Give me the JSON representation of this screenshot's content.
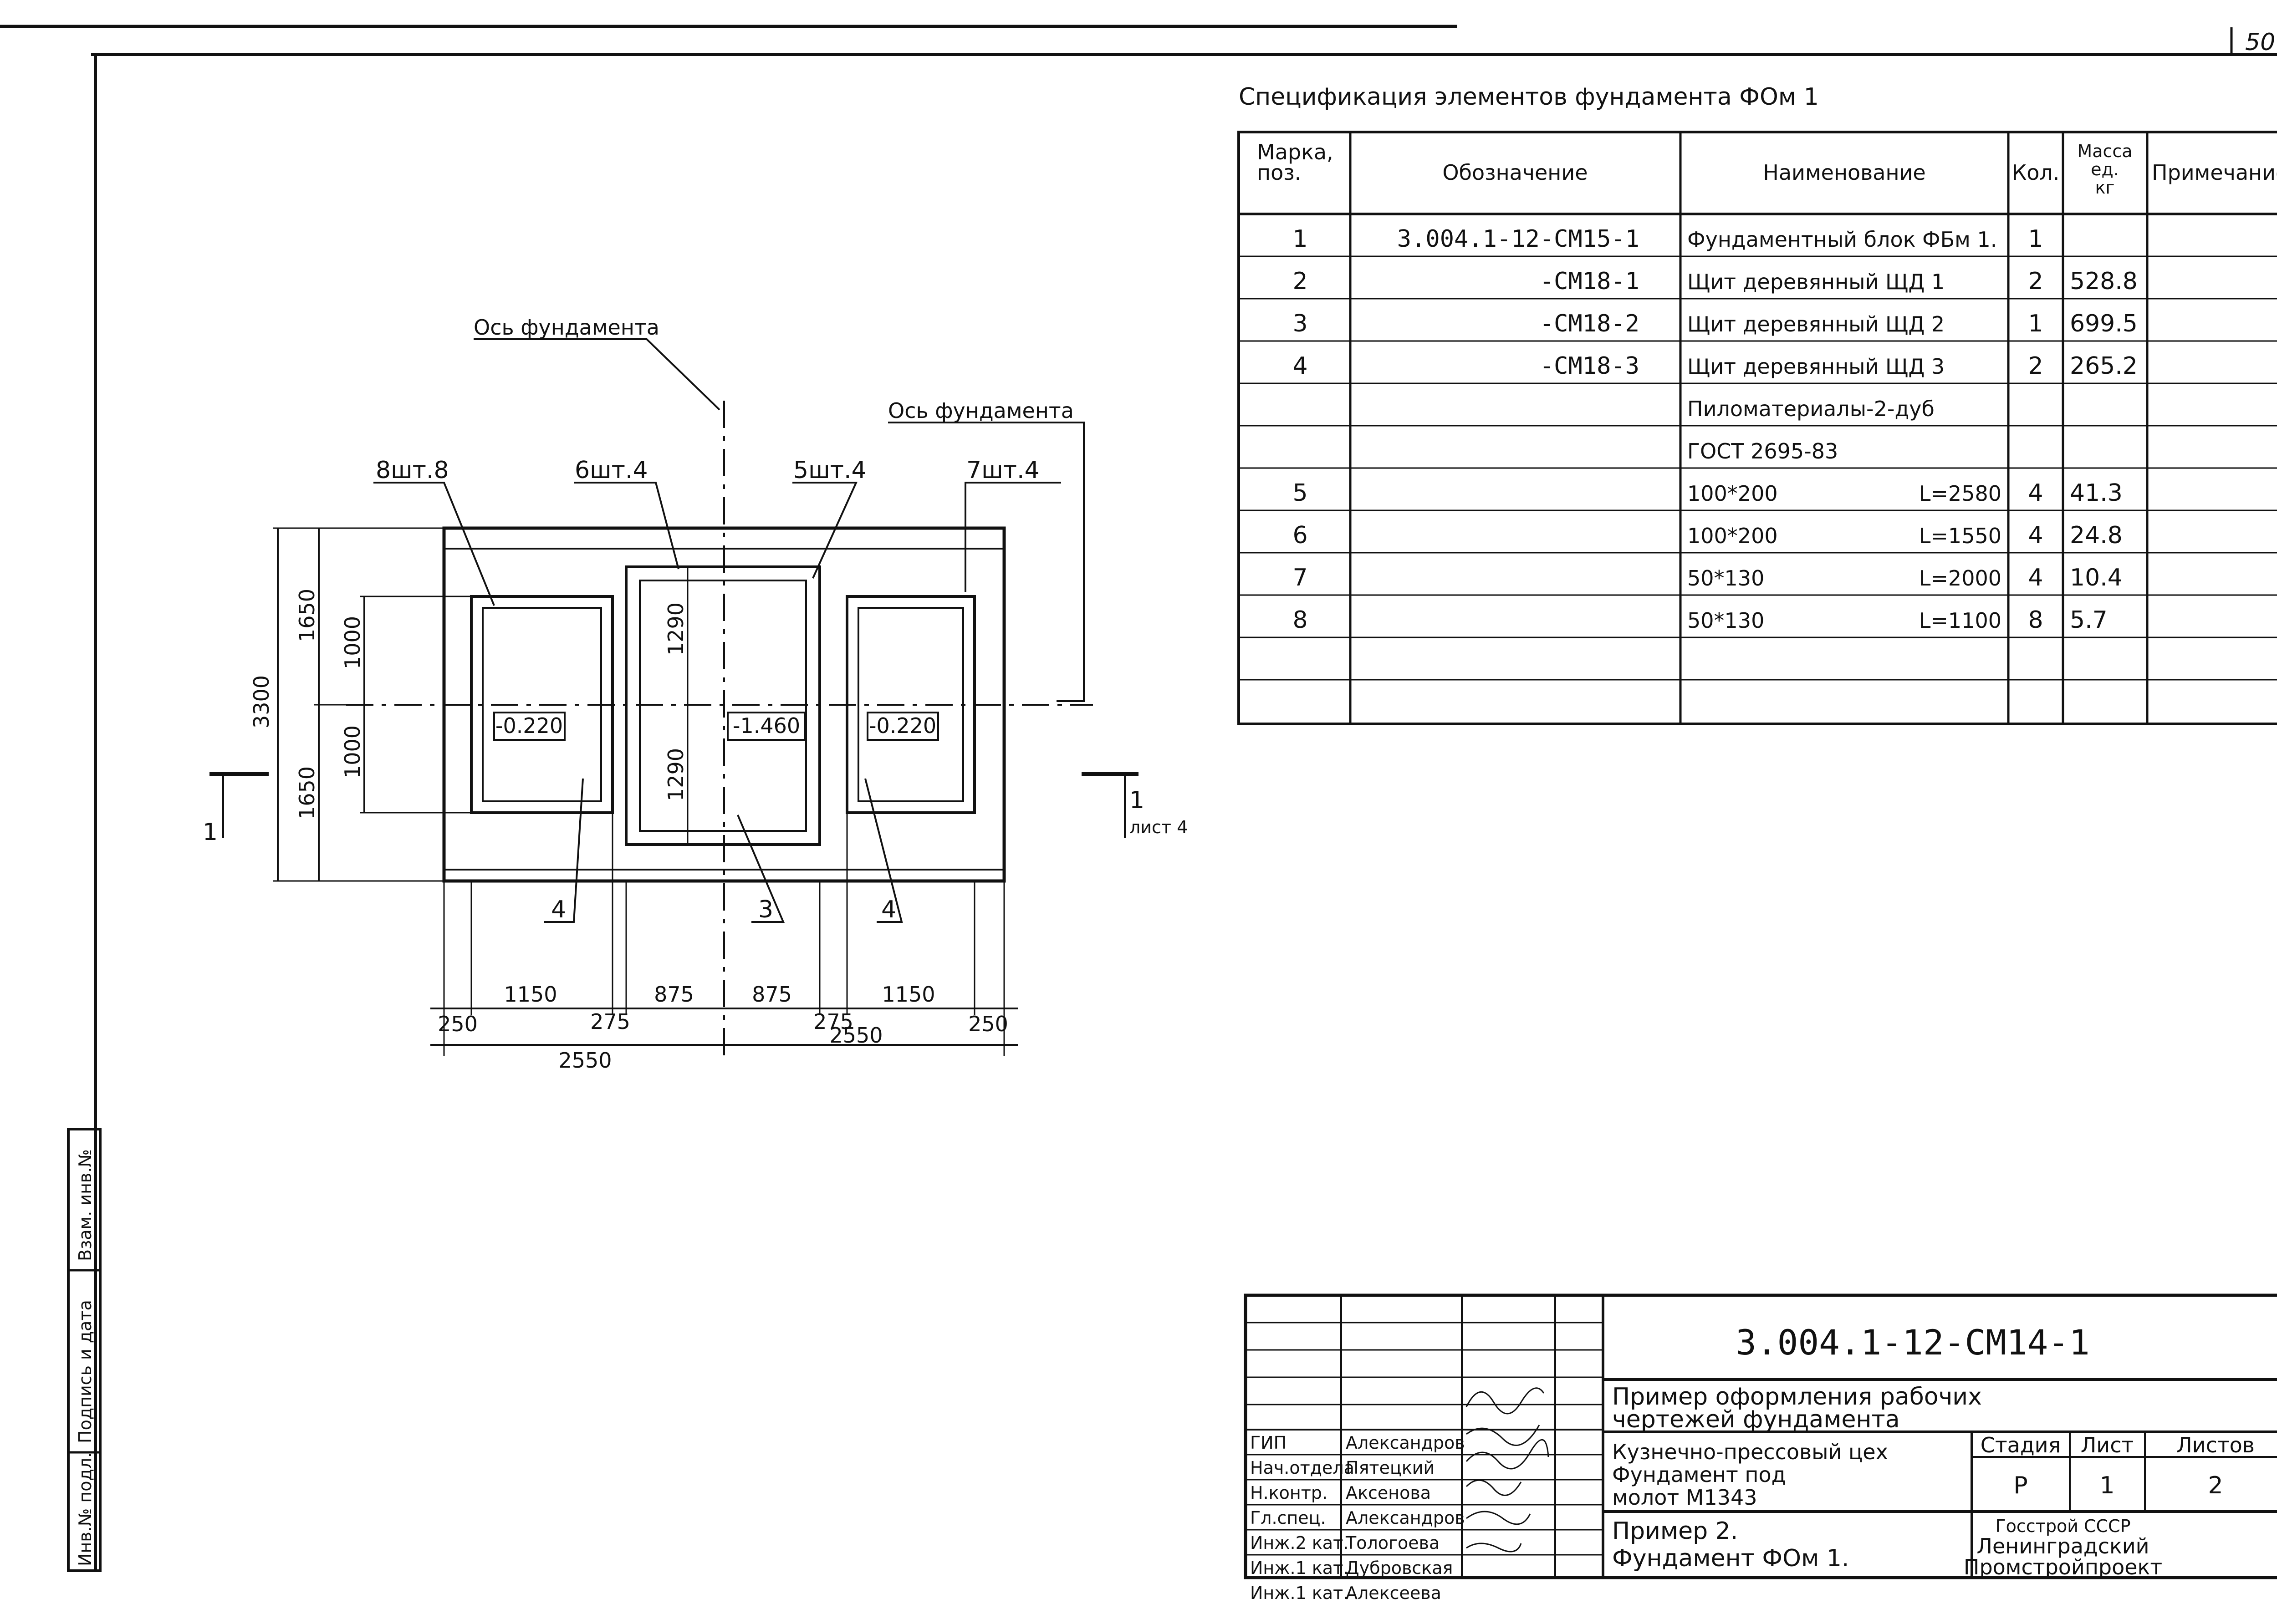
{
  "page": {
    "number": "50"
  },
  "spec": {
    "title": "Спецификация элементов фундамента ФОм 1",
    "headers": {
      "mark": "Марка, поз.",
      "designation": "Обозначение",
      "name": "Наименование",
      "qty": "Кол.",
      "mass": "Масса ед. кг",
      "note": "Примечание"
    },
    "rows": [
      {
        "mark": "1",
        "designation": "3.004.1-12-СМ15-1",
        "name": "Фундаментный блок ФБм 1.",
        "length": "",
        "qty": "1",
        "mass": "",
        "note": ""
      },
      {
        "mark": "2",
        "designation": "-СМ18-1",
        "name": "Щит деревянный ЩД 1",
        "length": "",
        "qty": "2",
        "mass": "528.8",
        "note": ""
      },
      {
        "mark": "3",
        "designation": "-СМ18-2",
        "name": "Щит деревянный ЩД 2",
        "length": "",
        "qty": "1",
        "mass": "699.5",
        "note": ""
      },
      {
        "mark": "4",
        "designation": "-СМ18-3",
        "name": "Щит деревянный ЩД 3",
        "length": "",
        "qty": "2",
        "mass": "265.2",
        "note": ""
      },
      {
        "mark": "",
        "designation": "",
        "name": "Пиломатериалы-2-дуб",
        "length": "",
        "qty": "",
        "mass": "",
        "note": ""
      },
      {
        "mark": "",
        "designation": "",
        "name": "ГОСТ 2695-83",
        "length": "",
        "qty": "",
        "mass": "",
        "note": ""
      },
      {
        "mark": "5",
        "designation": "",
        "name": "100*200",
        "length": "L=2580",
        "qty": "4",
        "mass": "41.3",
        "note": ""
      },
      {
        "mark": "6",
        "designation": "",
        "name": "100*200",
        "length": "L=1550",
        "qty": "4",
        "mass": "24.8",
        "note": ""
      },
      {
        "mark": "7",
        "designation": "",
        "name": "50*130",
        "length": "L=2000",
        "qty": "4",
        "mass": "10.4",
        "note": ""
      },
      {
        "mark": "8",
        "designation": "",
        "name": "50*130",
        "length": "L=1100",
        "qty": "8",
        "mass": "5.7",
        "note": ""
      },
      {
        "mark": "",
        "designation": "",
        "name": "",
        "length": "",
        "qty": "",
        "mass": "",
        "note": ""
      },
      {
        "mark": "",
        "designation": "",
        "name": "",
        "length": "",
        "qty": "",
        "mass": "",
        "note": ""
      }
    ]
  },
  "drawing": {
    "axis_label_1": "Ось фундамента",
    "axis_label_2": "Ось фундамента",
    "callouts": {
      "c8": "8шт.8",
      "c6": "6шт.4",
      "c5": "5шт.4",
      "c7": "7шт.4"
    },
    "levels": {
      "left": "-0.220",
      "center": "-1.460",
      "right": "-0.220"
    },
    "pos_labels": {
      "left": "4",
      "center": "3",
      "right": "4"
    },
    "section": {
      "left": "1",
      "right": "1",
      "sheet_ref": "лист 4"
    },
    "dims_vertical": {
      "total": "3300",
      "top_half": "1650",
      "bottom_half": "1650",
      "inner_top": "1000",
      "inner_bottom": "1000",
      "center_top": "1290",
      "center_bottom": "1290"
    },
    "dims_horizontal": {
      "d1": "1150",
      "d2": "875",
      "d3": "875",
      "d4": "1150",
      "edge_left": "250",
      "edge_right": "250",
      "gap_left": "275",
      "gap_right": "275",
      "half_left": "2550",
      "half_right": "2550"
    }
  },
  "side_stamp": {
    "inv": "Инв.№ подл.",
    "sign": "Подпись и дата",
    "replace": "Взам. инв.№"
  },
  "title_block": {
    "code": "3.004.1-12-СМ14-1",
    "heading_line1": "Пример оформления рабочих",
    "heading_line2": "чертежей фундамента",
    "object_line1": "Кузнечно-прессовый цех",
    "object_line2": "Фундамент под",
    "object_line3": "молот    М1343",
    "example_line1": "Пример 2.",
    "example_line2": "Фундамент ФОм 1.",
    "stage_label": "Стадия",
    "sheet_label": "Лист",
    "sheets_label": "Листов",
    "stage": "Р",
    "sheet": "1",
    "sheets": "2",
    "org_line1": "Госстрой СССР",
    "org_line2": "Ленинградский",
    "org_line3": "Промстройпроект",
    "people": [
      {
        "role": "ГИП",
        "name": "Александров"
      },
      {
        "role": "Нач.отдела",
        "name": "Пятецкий"
      },
      {
        "role": "Н.контр.",
        "name": "Аксенова"
      },
      {
        "role": "Гл.спец.",
        "name": "Александров"
      },
      {
        "role": "Инж.2 кат.",
        "name": "Тологоева"
      },
      {
        "role": "Инж.1 кат.",
        "name": "Дубровская"
      },
      {
        "role": "Инж.1 кат.",
        "name": "Алексеева"
      }
    ]
  }
}
